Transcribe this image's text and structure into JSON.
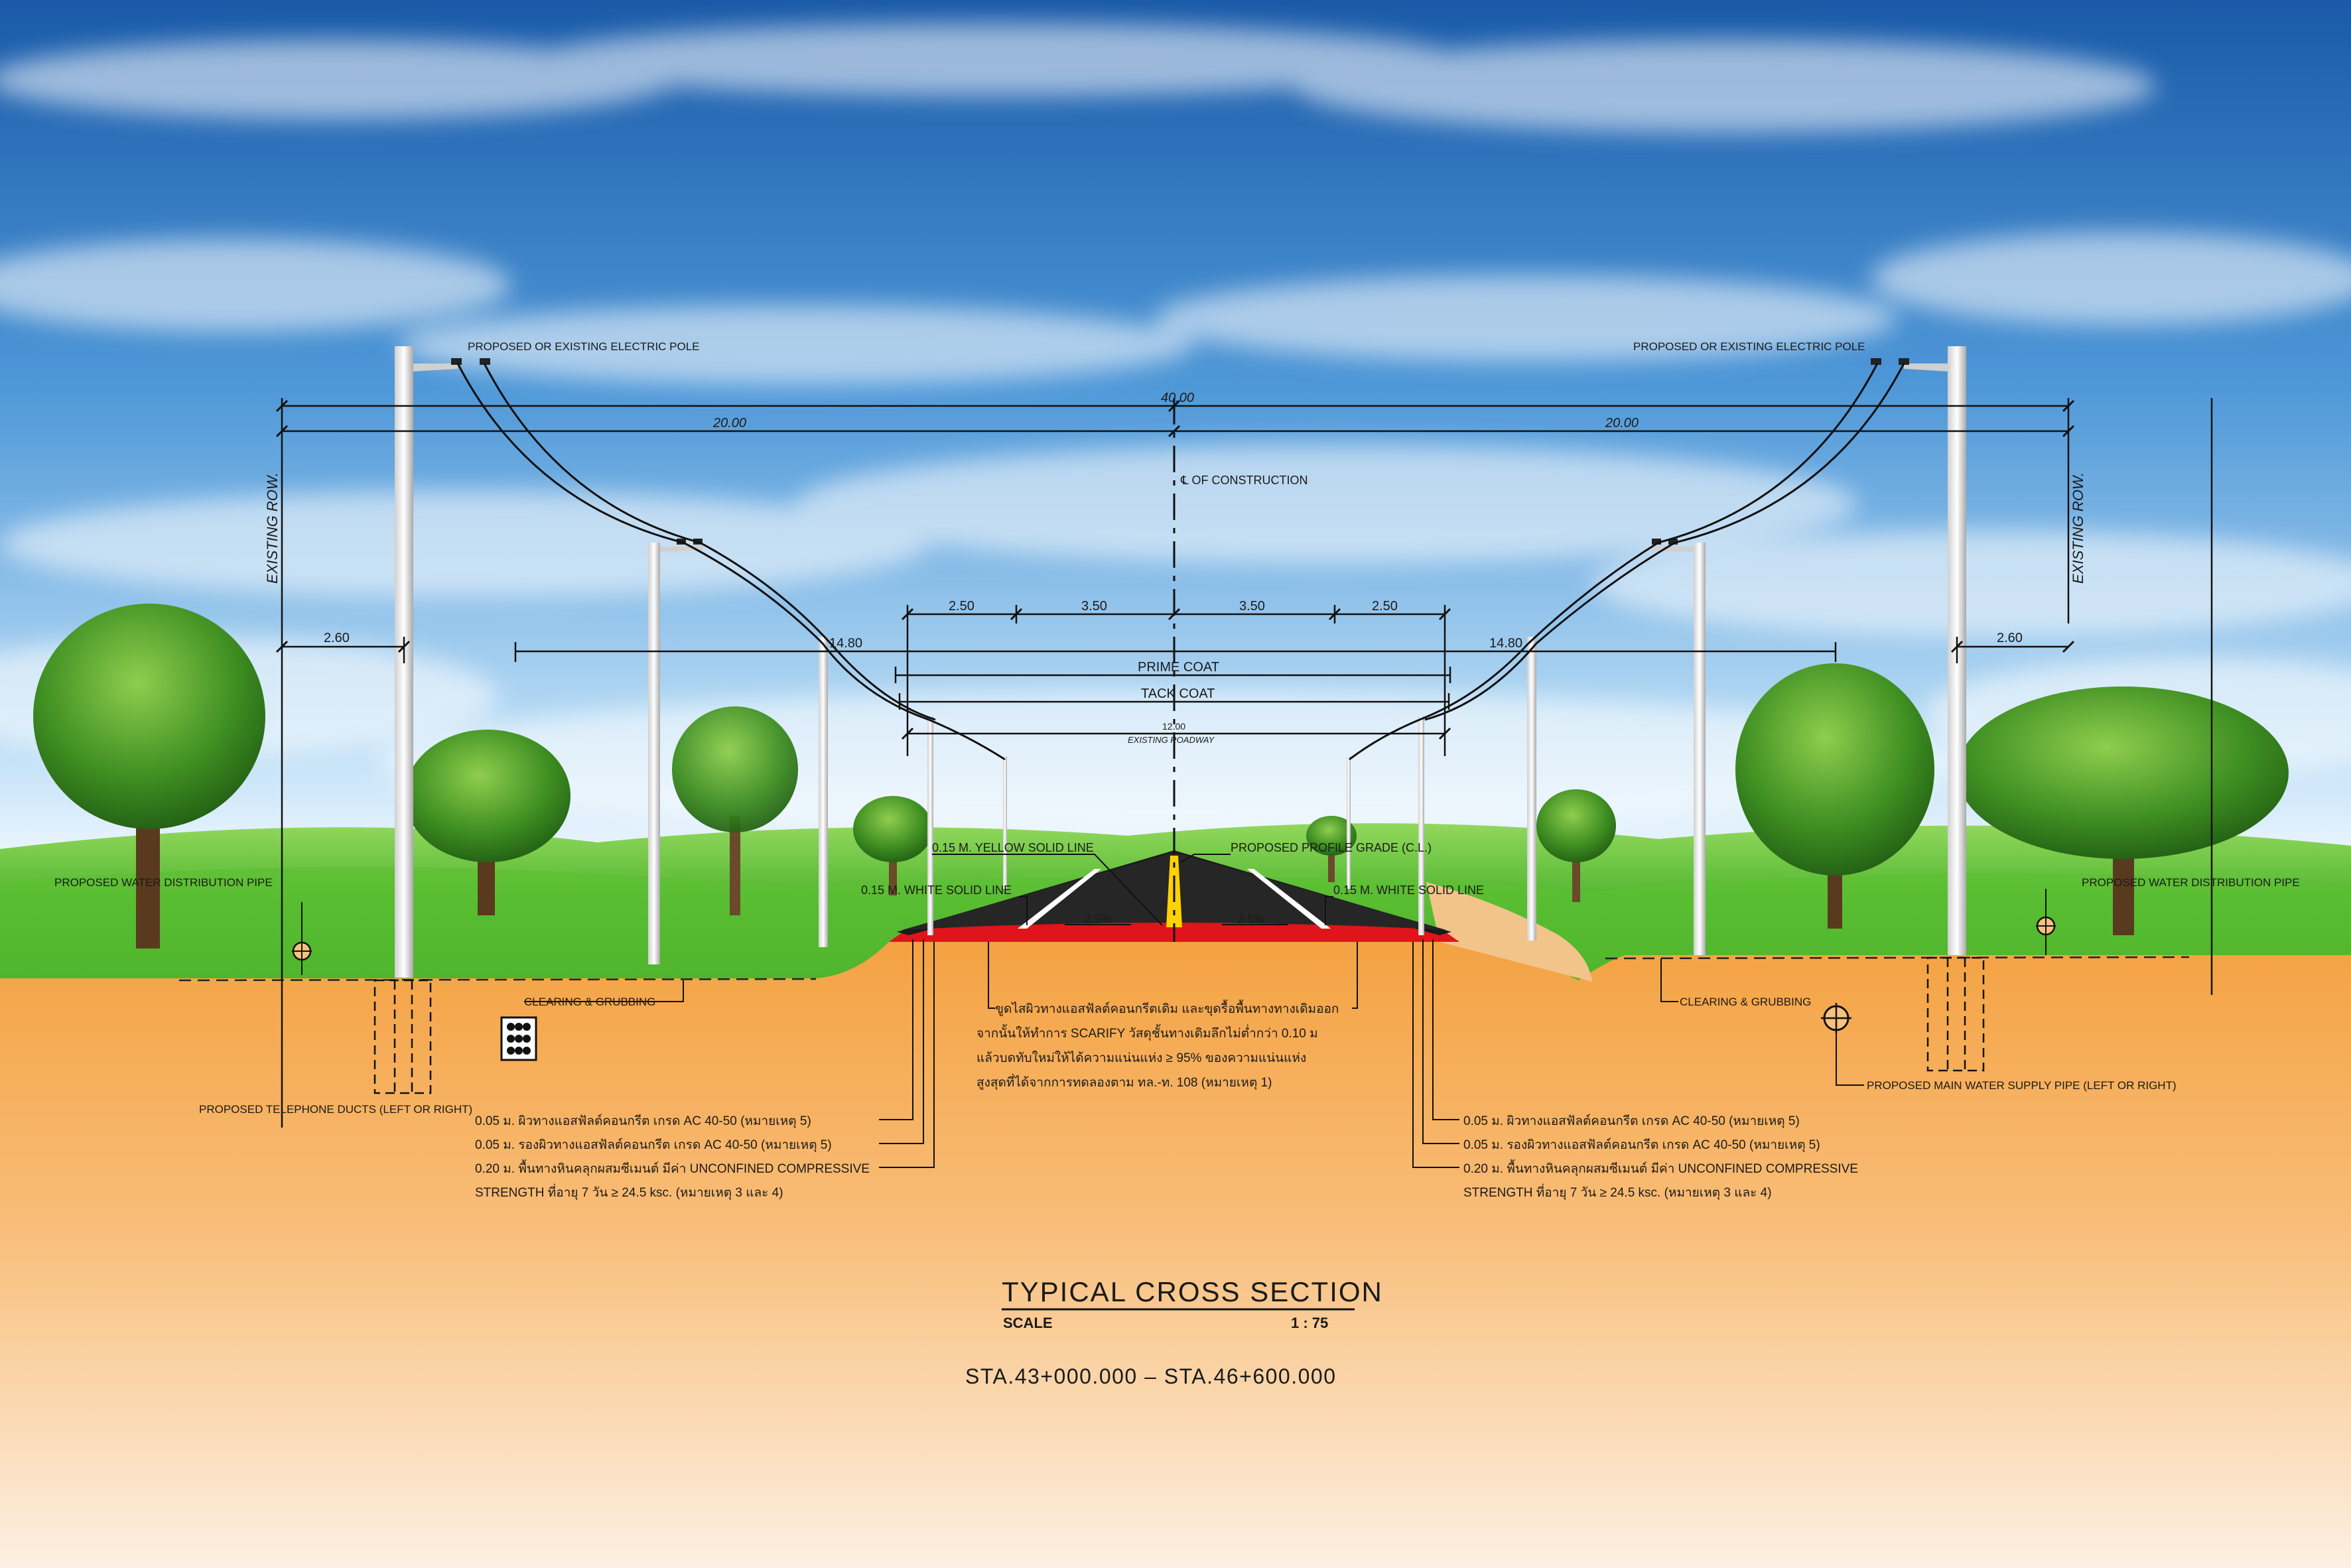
{
  "colors": {
    "sky_top": "#1d63b3",
    "sky_mid": "#5aa0dd",
    "sky_horizon": "#dcefff",
    "grass_dark": "#2f9e22",
    "grass_light": "#8fd65a",
    "soil": "#f5a445",
    "soil_light": "#fde8cf",
    "asphalt": "#1b1b1b",
    "base_red": "#e0141a",
    "yellow_line": "#ffd200",
    "dim_line": "#111111"
  },
  "labels": {
    "pole_left": "PROPOSED OR EXISTING ELECTRIC POLE",
    "pole_right": "PROPOSED OR EXISTING ELECTRIC POLE",
    "row_left": "EXISTING ROW.",
    "row_right": "EXISTING ROW.",
    "center_line": "℄ OF CONSTRUCTION",
    "prime_coat": "PRIME COAT",
    "tack_coat": "TACK COAT",
    "existing_roadway": "EXISTING ROADWAY",
    "yellow_line": "0.15 M. YELLOW SOLID LINE",
    "white_line_left": "0.15 M. WHITE SOLID LINE",
    "white_line_right": "0.15 M. WHITE SOLID LINE",
    "profile_grade": "PROPOSED PROFILE GRADE (C.L.)",
    "slope_left": "2.5%",
    "slope_right": "2.5%",
    "water_dist_left": "PROPOSED WATER DISTRIBUTION PIPE",
    "water_dist_right": "PROPOSED WATER DISTRIBUTION PIPE",
    "clearing_left": "CLEARING & GRUBBING",
    "clearing_right": "CLEARING & GRUBBING",
    "telephone": "PROPOSED TELEPHONE DUCTS (LEFT OR RIGHT)",
    "main_water": "PROPOSED MAIN WATER SUPPLY PIPE (LEFT OR RIGHT)",
    "scarify_note": [
      "ขูดไสผิวทางแอสฟัลต์คอนกรีตเดิม และขุดรื้อพื้นทางทางเดิมออก",
      "จากนั้นให้ทำการ SCARIFY วัสดุชั้นทางเดิมลึกไม่ต่ำกว่า 0.10 ม",
      "แล้วบดทับใหม่ให้ได้ความแน่นแห่ง ≥ 95% ของความแน่นแห่ง",
      "สูงสุดที่ได้จากการทดลองตาม ทล.-ท. 108 (หมายเหตุ 1)"
    ],
    "layers_left": [
      "0.05 ม. ผิวทางแอสฟัลต์คอนกรีต เกรด AC 40-50 (หมายเหตุ 5)",
      "0.05 ม. รองผิวทางแอสฟัลต์คอนกรีต เกรด AC 40-50 (หมายเหตุ 5)",
      "0.20 ม. พื้นทางหินคลุกผสมซีเมนต์ มีค่า UNCONFINED COMPRESSIVE",
      "STRENGTH ที่อายุ 7 วัน ≥ 24.5 ksc. (หมายเหตุ 3 และ 4)"
    ],
    "layers_right": [
      "0.05 ม. ผิวทางแอสฟัลต์คอนกรีต เกรด AC 40-50 (หมายเหตุ 5)",
      "0.05 ม. รองผิวทางแอสฟัลต์คอนกรีต เกรด AC 40-50 (หมายเหตุ 5)",
      "0.20 ม. พื้นทางหินคลุกผสมซีเมนต์ มีค่า UNCONFINED COMPRESSIVE",
      "STRENGTH ที่อายุ 7 วัน ≥ 24.5 ksc. (หมายเหตุ 3 และ 4)"
    ]
  },
  "dimensions": {
    "total": "40.00",
    "half_left": "20.00",
    "half_right": "20.00",
    "offset_left": "2.60",
    "offset_right": "2.60",
    "wire_left": "14.80",
    "wire_right": "14.80",
    "shoulder_left": "2.50",
    "lane_left": "3.50",
    "lane_right": "3.50",
    "shoulder_right": "2.50",
    "roadway": "12.00"
  },
  "title": {
    "main": "TYPICAL CROSS SECTION",
    "scale_label": "SCALE",
    "scale_value": "1 : 75",
    "station": "STA.43+000.000 – STA.46+600.000"
  }
}
